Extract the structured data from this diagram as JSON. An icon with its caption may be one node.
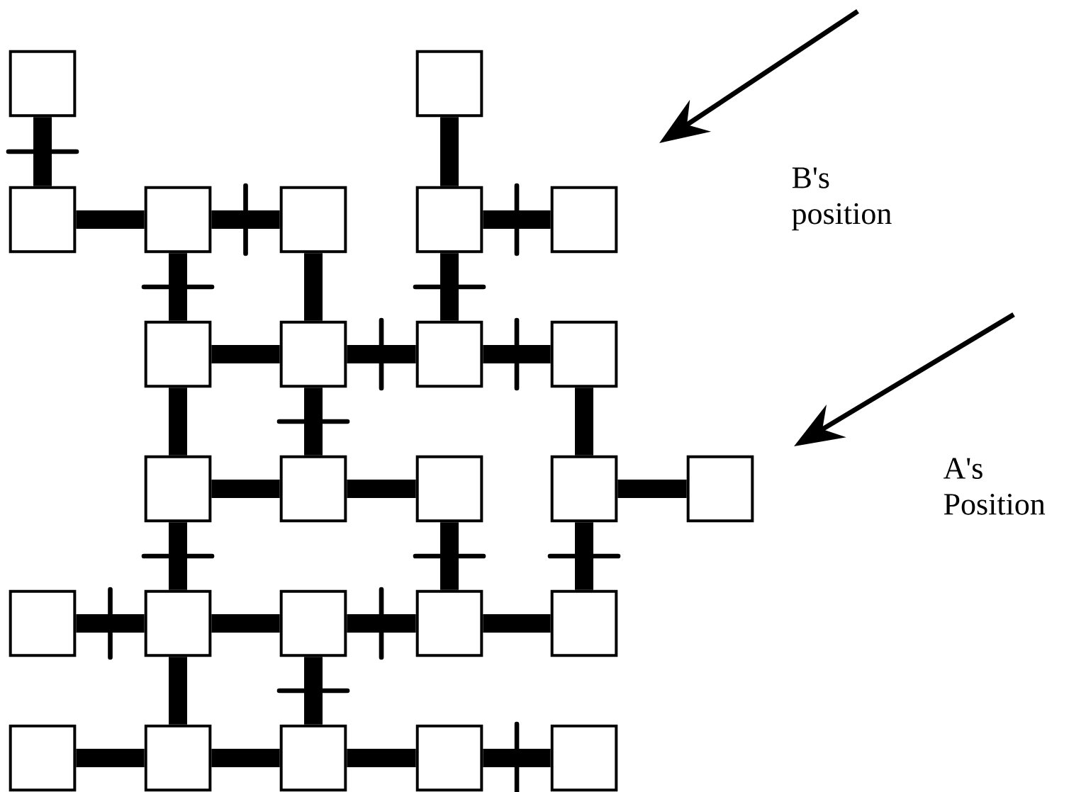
{
  "diagram": {
    "nodes": [
      {
        "text": [],
        "shape": "box"
      },
      {
        "text": [],
        "shape": "box"
      },
      {
        "text": [],
        "shape": "box"
      },
      {
        "text": [],
        "shape": "box"
      },
      {
        "text": [],
        "shape": "box"
      },
      {
        "text": [],
        "shape": "box"
      },
      {
        "text": [],
        "shape": "box"
      },
      {
        "text": [],
        "shape": "box"
      },
      {
        "text": [],
        "shape": "box"
      },
      {
        "text": [],
        "shape": "box"
      },
      {
        "text": [],
        "shape": "box"
      },
      {
        "text": [],
        "shape": "box"
      },
      {
        "text": [],
        "shape": "box"
      },
      {
        "text": [],
        "shape": "box"
      },
      {
        "text": [],
        "shape": "box"
      },
      {
        "text": [],
        "shape": "box"
      },
      {
        "text": [],
        "shape": "box"
      },
      {
        "text": [],
        "shape": "box"
      },
      {
        "text": [],
        "shape": "box"
      },
      {
        "text": [],
        "shape": "box"
      },
      {
        "text": [],
        "shape": "box"
      },
      {
        "text": [],
        "shape": "box"
      },
      {
        "text": [],
        "shape": "box"
      },
      {
        "text": [],
        "shape": "box"
      },
      {
        "text": [],
        "shape": "box"
      },
      {
        "text": [],
        "shape": "box"
      }
    ],
    "edges": [
      {
        "from": 0,
        "to": 2,
        "arrow": "none"
      },
      {
        "from": 1,
        "to": 5,
        "arrow": "none"
      },
      {
        "from": 2,
        "to": 3,
        "arrow": "none"
      },
      {
        "from": 3,
        "to": 4,
        "arrow": "none"
      },
      {
        "from": 5,
        "to": 6,
        "arrow": "none"
      },
      {
        "from": 3,
        "to": 7,
        "arrow": "none"
      },
      {
        "from": 4,
        "to": 8,
        "arrow": "none"
      },
      {
        "from": 5,
        "to": 9,
        "arrow": "none"
      },
      {
        "from": 7,
        "to": 8,
        "arrow": "none"
      },
      {
        "from": 8,
        "to": 9,
        "arrow": "none"
      },
      {
        "from": 9,
        "to": 10,
        "arrow": "none"
      },
      {
        "from": 7,
        "to": 11,
        "arrow": "none"
      },
      {
        "from": 8,
        "to": 12,
        "arrow": "none"
      },
      {
        "from": 10,
        "to": 14,
        "arrow": "none"
      },
      {
        "from": 11,
        "to": 12,
        "arrow": "none"
      },
      {
        "from": 12,
        "to": 13,
        "arrow": "none"
      },
      {
        "from": 14,
        "to": 15,
        "arrow": "none"
      },
      {
        "from": 11,
        "to": 17,
        "arrow": "none"
      },
      {
        "from": 13,
        "to": 19,
        "arrow": "none"
      },
      {
        "from": 14,
        "to": 20,
        "arrow": "none"
      },
      {
        "from": 16,
        "to": 17,
        "arrow": "none"
      },
      {
        "from": 17,
        "to": 18,
        "arrow": "none"
      },
      {
        "from": 18,
        "to": 19,
        "arrow": "none"
      },
      {
        "from": 19,
        "to": 20,
        "arrow": "none"
      },
      {
        "from": 17,
        "to": 22,
        "arrow": "none"
      },
      {
        "from": 18,
        "to": 23,
        "arrow": "none"
      },
      {
        "from": 21,
        "to": 22,
        "arrow": "none"
      },
      {
        "from": 22,
        "to": 23,
        "arrow": "none"
      },
      {
        "from": 23,
        "to": 24,
        "arrow": "none"
      },
      {
        "from": 24,
        "to": 25,
        "arrow": "none"
      }
    ],
    "labels": [
      "B's position",
      "A's Position"
    ]
  }
}
